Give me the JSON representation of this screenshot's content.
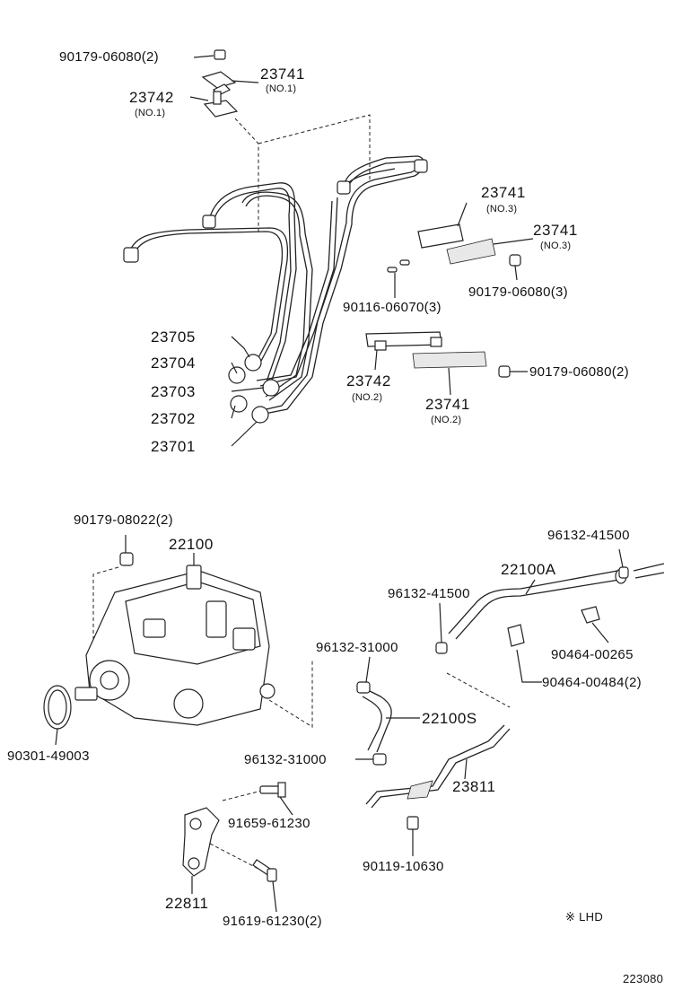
{
  "labels": {
    "l_90179_06080_2_top": "90179-06080(2)",
    "l_23741_no1": "23741",
    "l_23741_no1_sub": "(NO.1)",
    "l_23742_no1": "23742",
    "l_23742_no1_sub": "(NO.1)",
    "l_23741_no3a": "23741",
    "l_23741_no3a_sub": "(NO.3)",
    "l_23741_no3b": "23741",
    "l_23741_no3b_sub": "(NO.3)",
    "l_90179_06080_3": "90179-06080(3)",
    "l_90116_06070_3": "90116-06070(3)",
    "l_23705": "23705",
    "l_23704": "23704",
    "l_23703": "23703",
    "l_23702": "23702",
    "l_23701": "23701",
    "l_23742_no2": "23742",
    "l_23742_no2_sub": "(NO.2)",
    "l_23741_no2": "23741",
    "l_23741_no2_sub": "(NO.2)",
    "l_90179_06080_2_mid": "90179-06080(2)",
    "l_90179_08022_2": "90179-08022(2)",
    "l_22100": "22100",
    "l_96132_41500_top": "96132-41500",
    "l_22100A": "22100A",
    "l_96132_41500_mid": "96132-41500",
    "l_96132_31000_top": "96132-31000",
    "l_90464_00265": "90464-00265",
    "l_90464_00484_2": "90464-00484(2)",
    "l_22100S": "22100S",
    "l_90301_49003": "90301-49003",
    "l_96132_31000_bot": "96132-31000",
    "l_23811": "23811",
    "l_91659_61230": "91659-61230",
    "l_90119_10630": "90119-10630",
    "l_22811": "22811",
    "l_91619_61230_2": "91619-61230(2)",
    "l_lhd": "※ LHD",
    "l_fig": "223080"
  }
}
